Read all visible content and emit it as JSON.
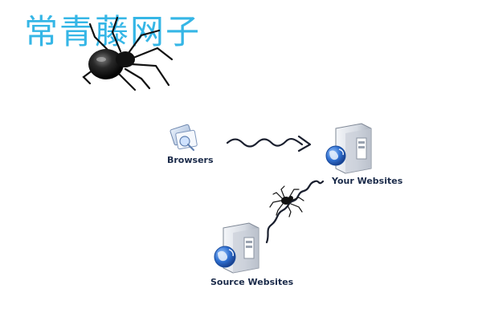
{
  "watermark": {
    "text": "常青藤网子",
    "color": "#35b6e6"
  },
  "nodes": {
    "browsers": {
      "label": "Browsers",
      "icon": "browser-icon"
    },
    "your_websites": {
      "label": "Your Websites",
      "icon": "server-globe-icon"
    },
    "source_websites": {
      "label": "Source Websites",
      "icon": "server-globe-icon"
    }
  },
  "colors": {
    "label_text": "#1b2b4a",
    "arrow": "#1a1f2e",
    "server_body": "#d9dee6",
    "globe": "#2f6fd0"
  }
}
